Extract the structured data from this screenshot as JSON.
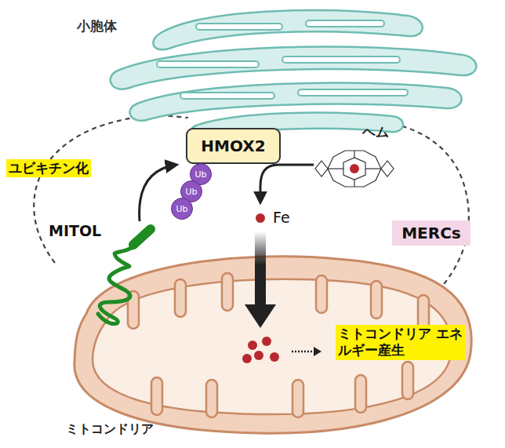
{
  "diagram": {
    "nodes": [
      {
        "text": [
          "HMOX2"
        ]
      },
      {
        "text": [
          "Ub"
        ]
      },
      {
        "text": [
          "Ub"
        ]
      },
      {
        "text": [
          "Ub"
        ]
      },
      {
        "text": [
          "MERCs"
        ]
      }
    ],
    "labels": [
      "小胞体",
      "ヘム",
      "ユビキチン化",
      "MITOL",
      "Fe",
      "ミトコンドリア エネルギー産生",
      "ミトコンドリア"
    ]
  }
}
